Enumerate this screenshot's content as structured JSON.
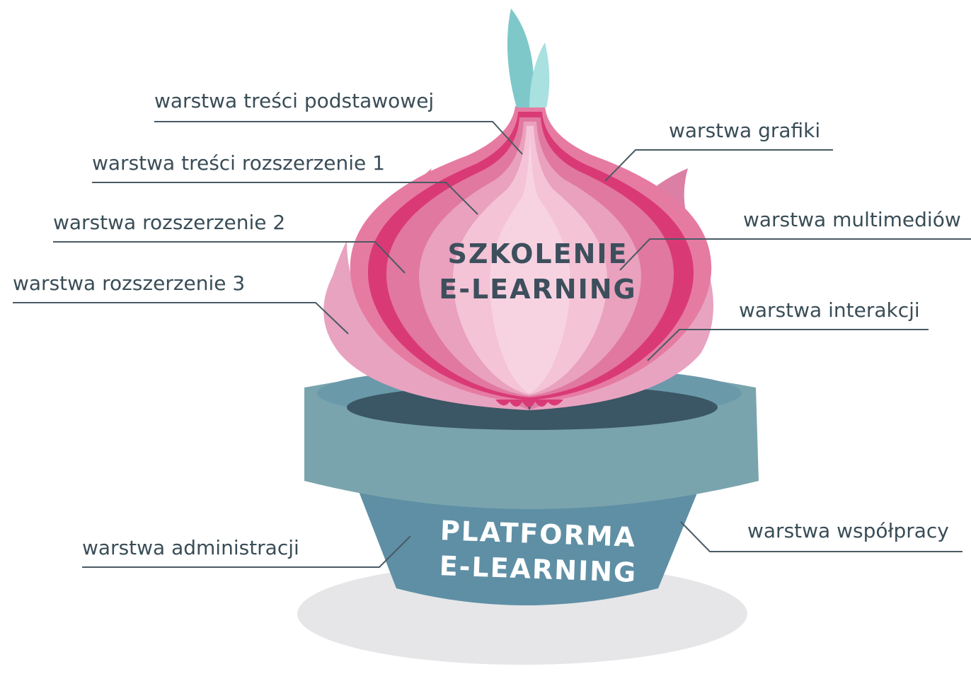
{
  "onion_title": {
    "line1": "SZKOLENIE",
    "line2": "E-LEARNING"
  },
  "pot_title": {
    "line1": "PLATFORMA",
    "line2": "E-LEARNING"
  },
  "labels": {
    "tresci_podstawowej": "warstwa treści podstawowej",
    "tresci_rozszerzenie_1": "warstwa treści rozszerzenie 1",
    "rozszerzenie_2": "warstwa rozszerzenie 2",
    "rozszerzenie_3": "warstwa rozszerzenie 3",
    "grafiki": "warstwa grafiki",
    "multimediow": "warstwa multimediów",
    "interakcji": "warstwa interakcji",
    "administracji": "warstwa administracji",
    "wspolpracy": "warstwa współpracy"
  },
  "colors": {
    "onion_inner": "#f4c3d6",
    "onion_mid": "#e9a1bd",
    "onion_outer": "#e1789f",
    "onion_ring": "#d93a76",
    "onion_shell": "#e67ba2",
    "petals": "#e58eb3",
    "sprout_dark": "#7ec8c9",
    "sprout_light": "#a9e0e0",
    "pot_rim": "#7aa4ad",
    "pot_body": "#5e8fa5",
    "soil": "#3b5664",
    "shadow": "#e6e6e8",
    "label_text": "#3a4d57"
  }
}
